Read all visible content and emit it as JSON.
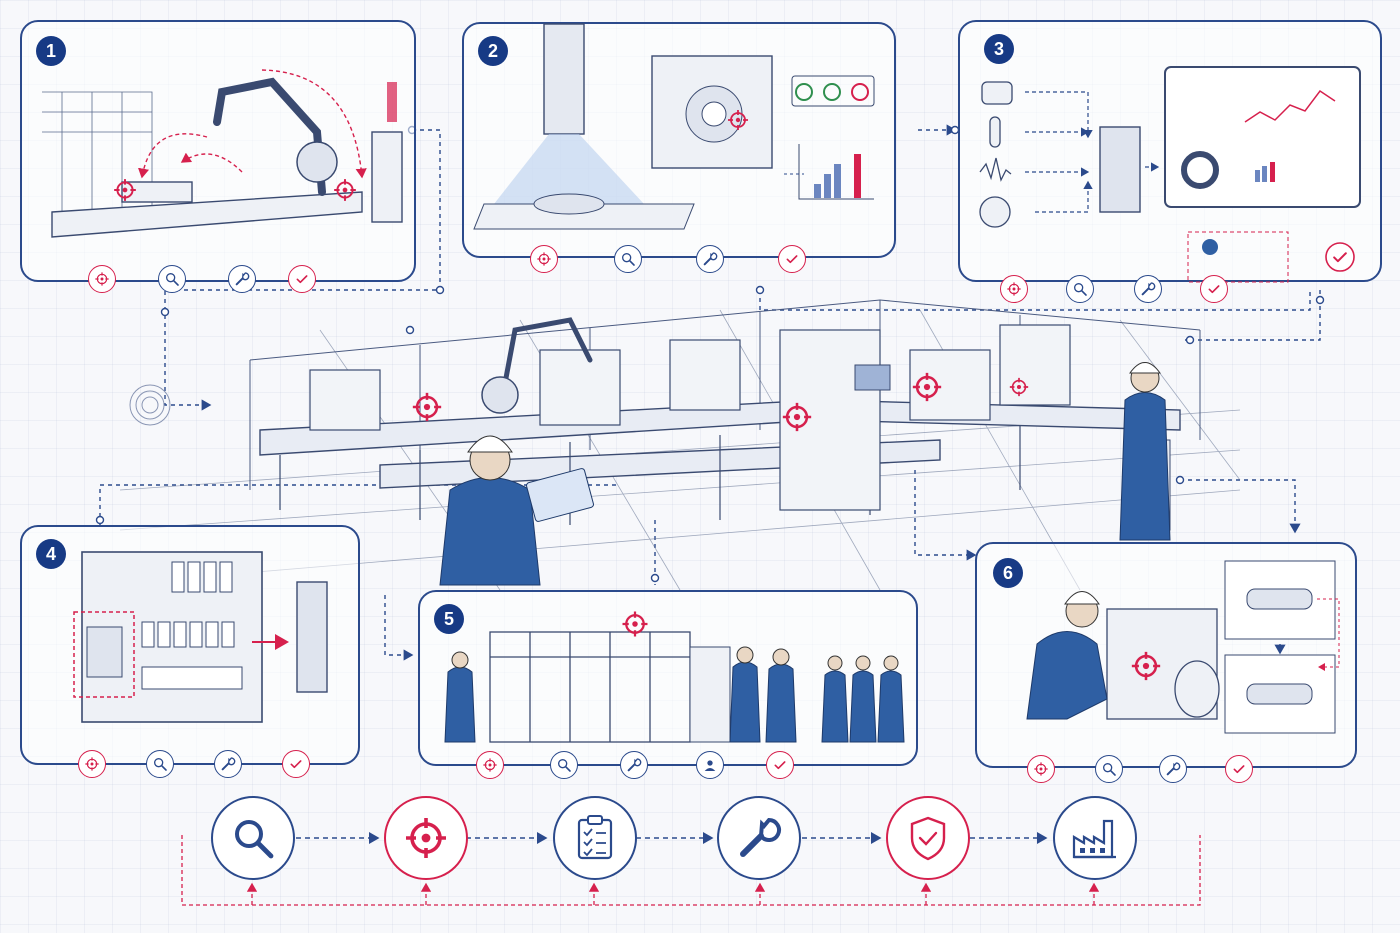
{
  "panels": [
    {
      "number": "1"
    },
    {
      "number": "2"
    },
    {
      "number": "3"
    },
    {
      "number": "4"
    },
    {
      "number": "5"
    },
    {
      "number": "6"
    }
  ],
  "process_steps": [
    {
      "icon": "search-icon"
    },
    {
      "icon": "target-icon"
    },
    {
      "icon": "checklist-icon"
    },
    {
      "icon": "wrench-icon"
    },
    {
      "icon": "shield-check-icon"
    },
    {
      "icon": "factory-icon"
    }
  ],
  "step_icons": [
    "target-icon",
    "search-icon",
    "wrench-icon",
    "check-icon",
    "worker-icon"
  ],
  "colors": {
    "primary_blue": "#2b4a8c",
    "badge_blue": "#173a85",
    "accent_red": "#d6204d",
    "background": "#f7f8fb"
  }
}
